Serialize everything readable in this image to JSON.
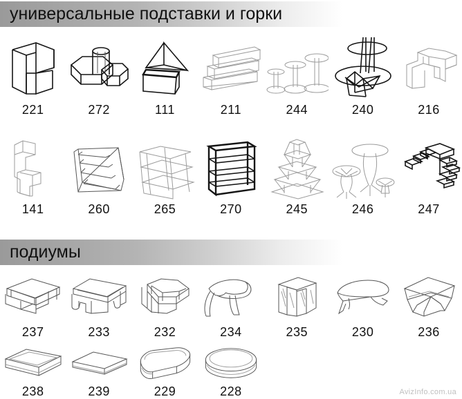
{
  "page": {
    "background": "#ffffff",
    "watermark": "AvizInfo.com.ua",
    "text_color": "#111111",
    "header_gradient_from": "#9a9a9a",
    "header_gradient_to": "#ffffff"
  },
  "sections": [
    {
      "id": "stands",
      "title": "универсальные подставки и горки",
      "rows": [
        {
          "items": [
            {
              "code": "221",
              "icon": "two-step-riser"
            },
            {
              "code": "272",
              "icon": "hexagon-risers-set"
            },
            {
              "code": "111",
              "icon": "easel-sign-holder"
            },
            {
              "code": "211",
              "icon": "three-tier-stair-shelf"
            },
            {
              "code": "244",
              "icon": "three-round-pedestals"
            },
            {
              "code": "240",
              "icon": "two-tier-oval-stand"
            },
            {
              "code": "216",
              "icon": "stepped-corner-riser"
            }
          ]
        },
        {
          "items": [
            {
              "code": "141",
              "icon": "three-step-riser"
            },
            {
              "code": "260",
              "icon": "four-tier-slanted-display"
            },
            {
              "code": "265",
              "icon": "three-tier-open-shelf"
            },
            {
              "code": "270",
              "icon": "four-shelf-rack"
            },
            {
              "code": "245",
              "icon": "five-tier-tower-stand"
            },
            {
              "code": "246",
              "icon": "mushroom-pedestal-set"
            },
            {
              "code": "247",
              "icon": "corner-staircase-display"
            }
          ]
        }
      ]
    },
    {
      "id": "podiums",
      "title": "подиумы",
      "rows": [
        {
          "items": [
            {
              "code": "237",
              "icon": "square-open-podium"
            },
            {
              "code": "233",
              "icon": "rect-arch-podium"
            },
            {
              "code": "232",
              "icon": "hexagon-open-podium"
            },
            {
              "code": "234",
              "icon": "curved-wave-podium"
            },
            {
              "code": "235",
              "icon": "u-shape-podium"
            },
            {
              "code": "230",
              "icon": "oval-low-podium"
            },
            {
              "code": "236",
              "icon": "folded-diamond-podium"
            }
          ]
        },
        {
          "items": [
            {
              "code": "238",
              "icon": "thick-square-platform"
            },
            {
              "code": "239",
              "icon": "thin-square-platform"
            },
            {
              "code": "229",
              "icon": "rounded-square-platform"
            },
            {
              "code": "228",
              "icon": "round-disc-platform"
            }
          ]
        }
      ]
    }
  ]
}
